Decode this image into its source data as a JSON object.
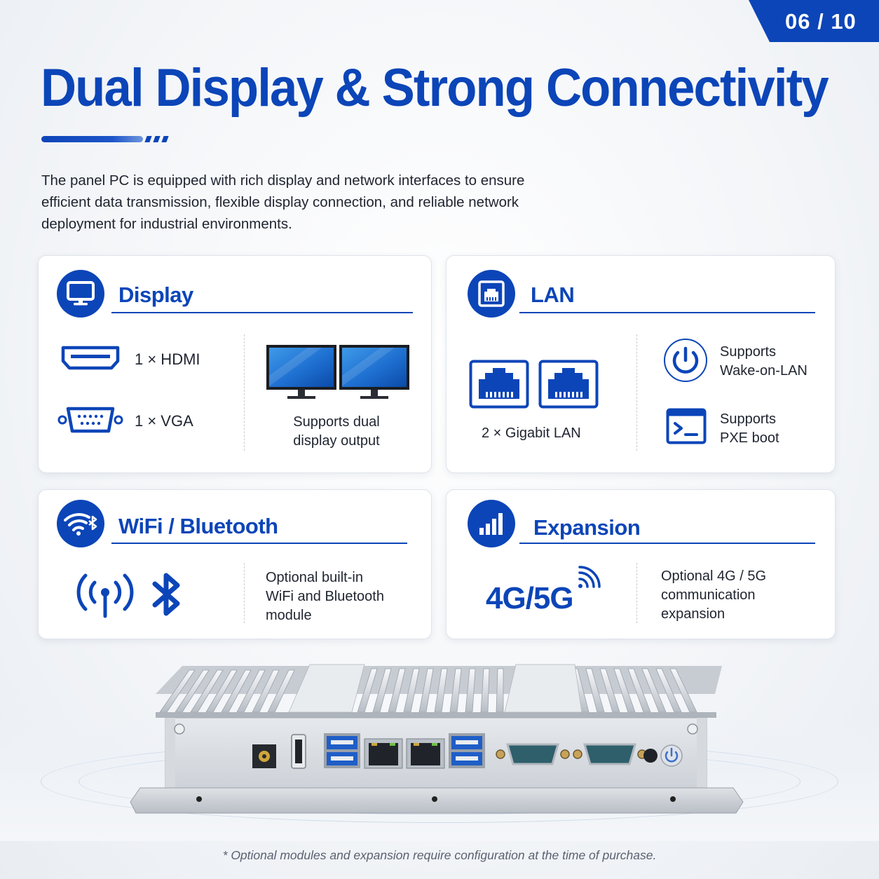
{
  "page_indicator": "06 / 10",
  "title": "Dual Display & Strong Connectivity",
  "intro_lines": [
    "The panel PC is equipped with rich display and network interfaces to ensure",
    "efficient data transmission, flexible display connection, and reliable network",
    "deployment for industrial environments."
  ],
  "display": {
    "title": "Display",
    "icon": "monitor-icon",
    "hdmi": "1 × HDMI",
    "vga": "1 × VGA",
    "dual_line1": "Supports dual",
    "dual_line2": "display output"
  },
  "lan": {
    "title": "LAN",
    "icon": "lan-port-icon",
    "gigabit": "2 × Gigabit LAN",
    "wol_line1": "Supports",
    "wol_line2": "Wake-on-LAN",
    "pxe_line1": "Supports",
    "pxe_line2": "PXE boot"
  },
  "wireless": {
    "title": "WiFi / Bluetooth",
    "icon": "wifi-bluetooth-icon",
    "line1": "Optional built-in",
    "line2": "WiFi and Bluetooth",
    "line3": "module"
  },
  "expansion": {
    "title": "Expansion",
    "icon": "signal-bars-icon",
    "badge": "4G/5G",
    "line1": "Optional 4G / 5G",
    "line2": "communication",
    "line3": "expansion"
  },
  "footnote": "* Optional modules and expansion require configuration at the time of purchase.",
  "colors": {
    "brand_blue": "#0c45b8",
    "text": "#1f2430",
    "card_border": "#dfe3ea"
  }
}
